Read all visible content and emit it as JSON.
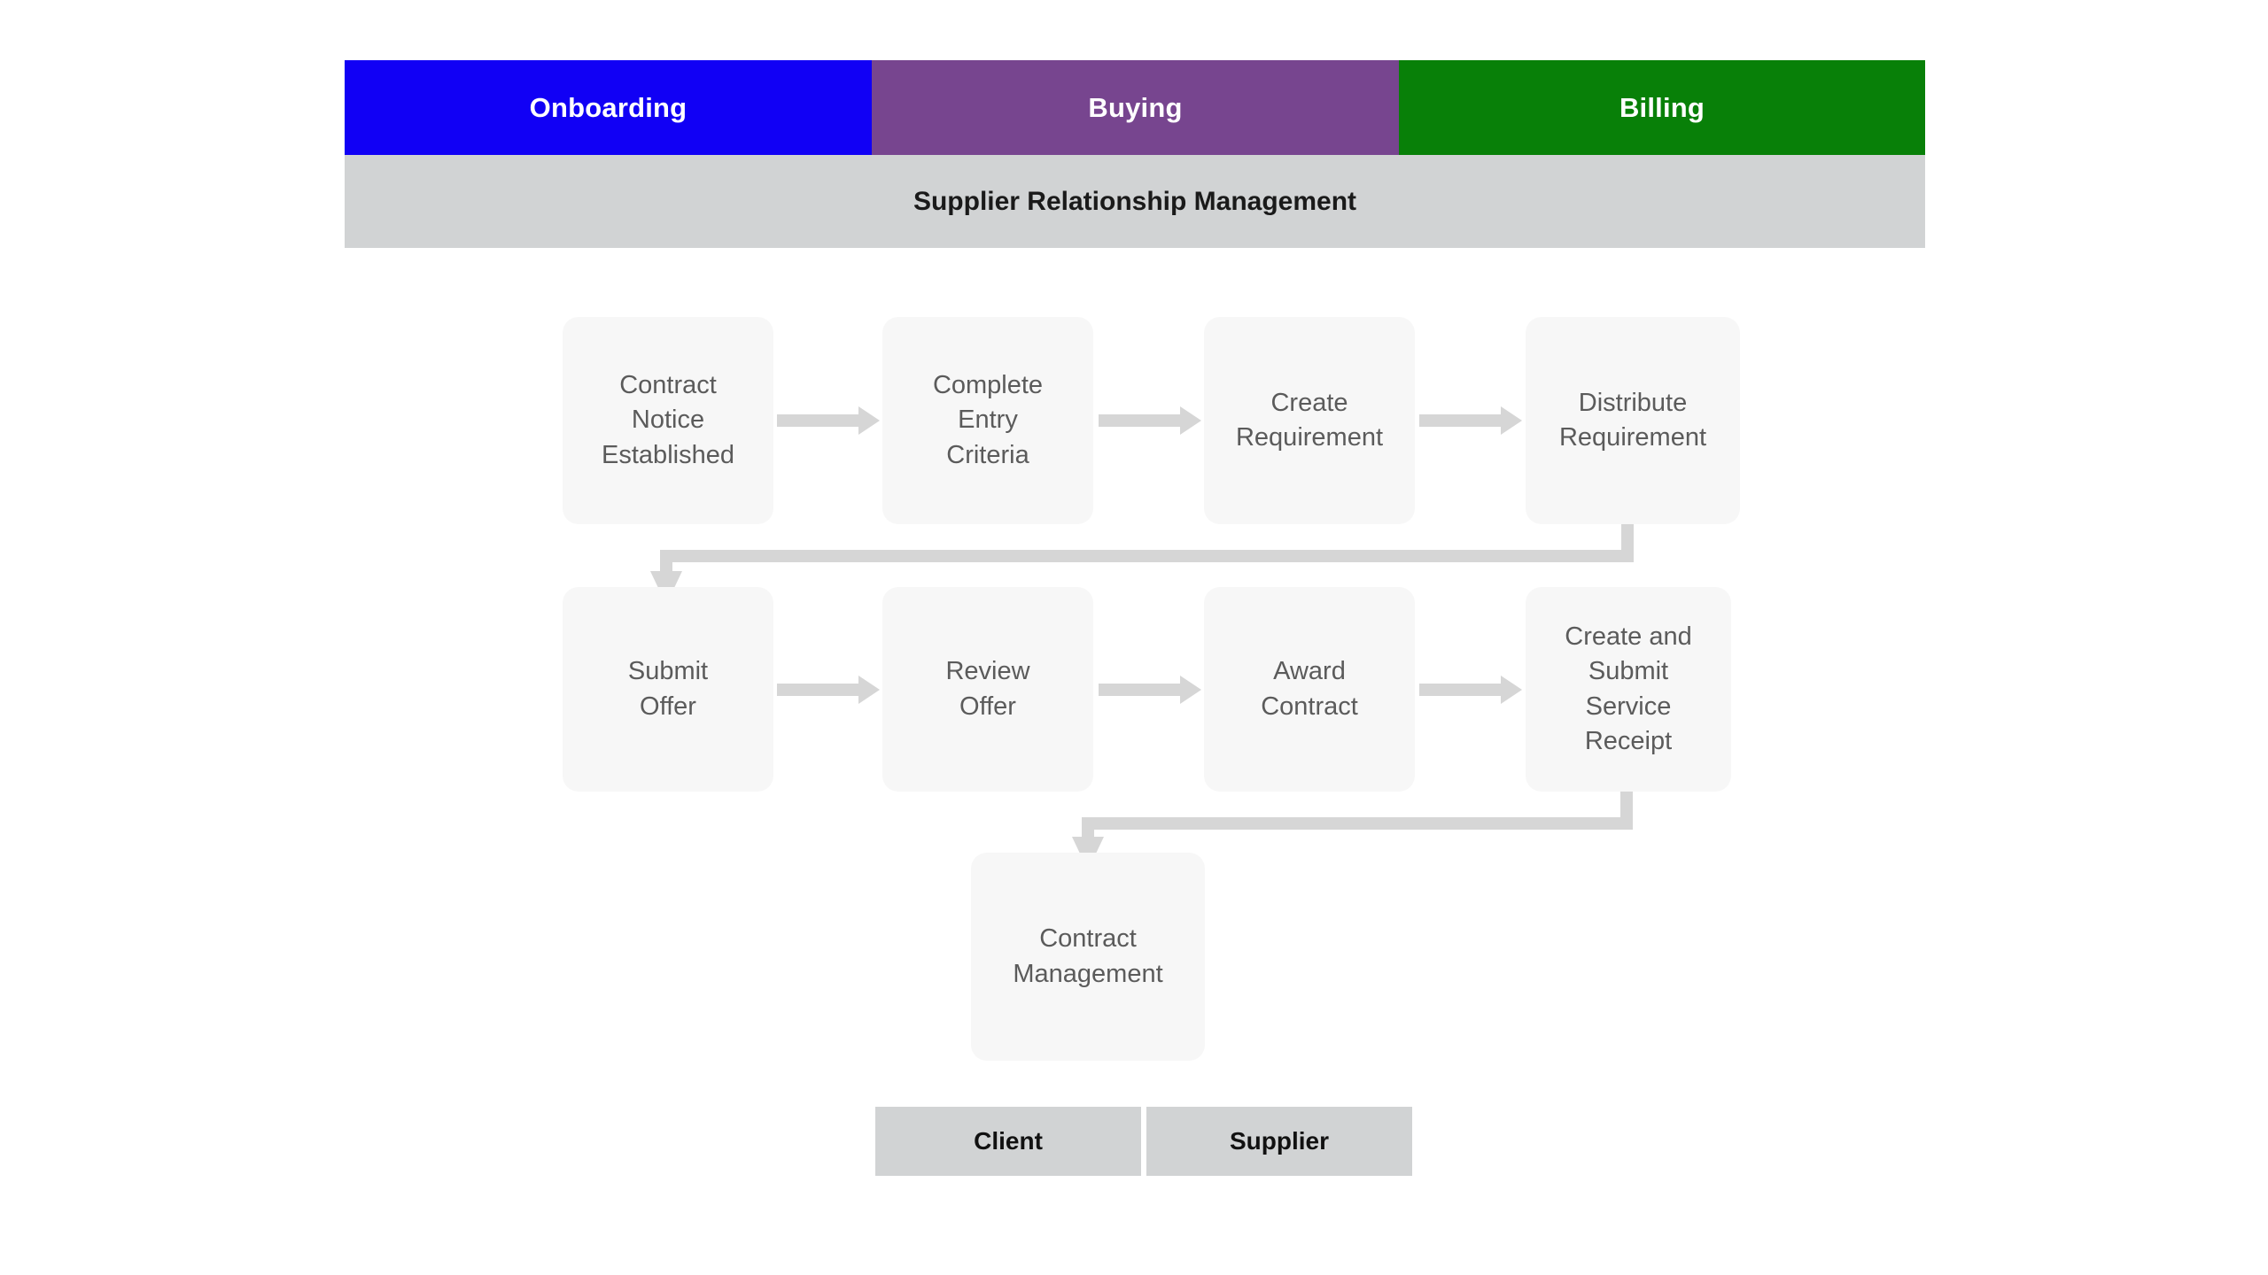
{
  "header": {
    "phases": [
      {
        "label": "Onboarding",
        "color": "#1100F5"
      },
      {
        "label": "Buying",
        "color": "#77458F"
      },
      {
        "label": "Billing",
        "color": "#088008"
      }
    ],
    "title": "Supplier Relationship Management",
    "title_band_color": "#D1D3D4"
  },
  "flow": {
    "node_fill": "#F7F7F7",
    "node_text_color": "#5B5B5B",
    "connector_color": "#D6D6D6",
    "rows": [
      {
        "nodes": [
          {
            "label": "Contract\nNotice\nEstablished"
          },
          {
            "label": "Complete\nEntry\nCriteria"
          },
          {
            "label": "Create\nRequirement"
          },
          {
            "label": "Distribute\nRequirement"
          }
        ]
      },
      {
        "nodes": [
          {
            "label": "Submit\nOffer"
          },
          {
            "label": "Review\nOffer"
          },
          {
            "label": "Award\nContract"
          },
          {
            "label": "Create and\nSubmit\nService\nReceipt"
          }
        ]
      },
      {
        "nodes": [
          {
            "label": "Contract\nManagement"
          }
        ]
      }
    ]
  },
  "legend": {
    "items": [
      {
        "label": "Client"
      },
      {
        "label": "Supplier"
      }
    ],
    "background": "#D1D3D4"
  }
}
